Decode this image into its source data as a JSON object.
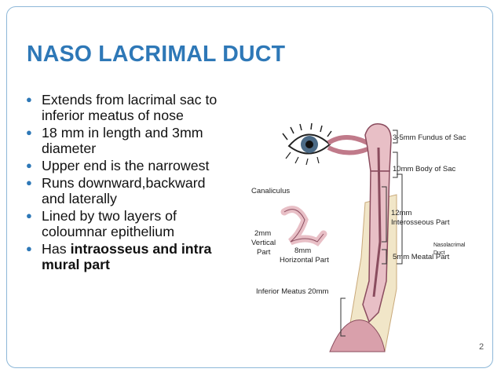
{
  "slide": {
    "title": "NASO LACRIMAL DUCT",
    "bullets": [
      {
        "text": "Extends from lacrimal sac to inferior meatus of nose"
      },
      {
        "text": "18 mm in length and 3mm diameter"
      },
      {
        "text": "Upper end is the narrowest"
      },
      {
        "text": "Runs downward,backward and laterally"
      },
      {
        "text": "Lined by two layers of coloumnar epithelium"
      },
      {
        "text": "Has ",
        "bold": "intraosseus and intra mural part"
      }
    ],
    "page_marker": "2"
  },
  "figure": {
    "labels": {
      "fundus": "3-5mm Fundus of Sac",
      "body": "10mm Body of Sac",
      "canaliculus": "Canaliculus",
      "interosseous_1": "12mm",
      "interosseous_2": "Interosseous Part",
      "nasolacrimal_1": "Nasolacrimal",
      "nasolacrimal_2": "Duct",
      "vertical_1": "2mm",
      "vertical_2": "Vertical",
      "vertical_3": "Part",
      "horizontal_1": "8mm",
      "horizontal_2": "Horizontal Part",
      "meatal": "5mm Meatal Part",
      "inferior_meatus": "Inferior Meatus 20mm"
    },
    "colors": {
      "tissue": "#e8bfc6",
      "duct_dark": "#8a4c5e",
      "bone": "#f1e6c8"
    }
  }
}
